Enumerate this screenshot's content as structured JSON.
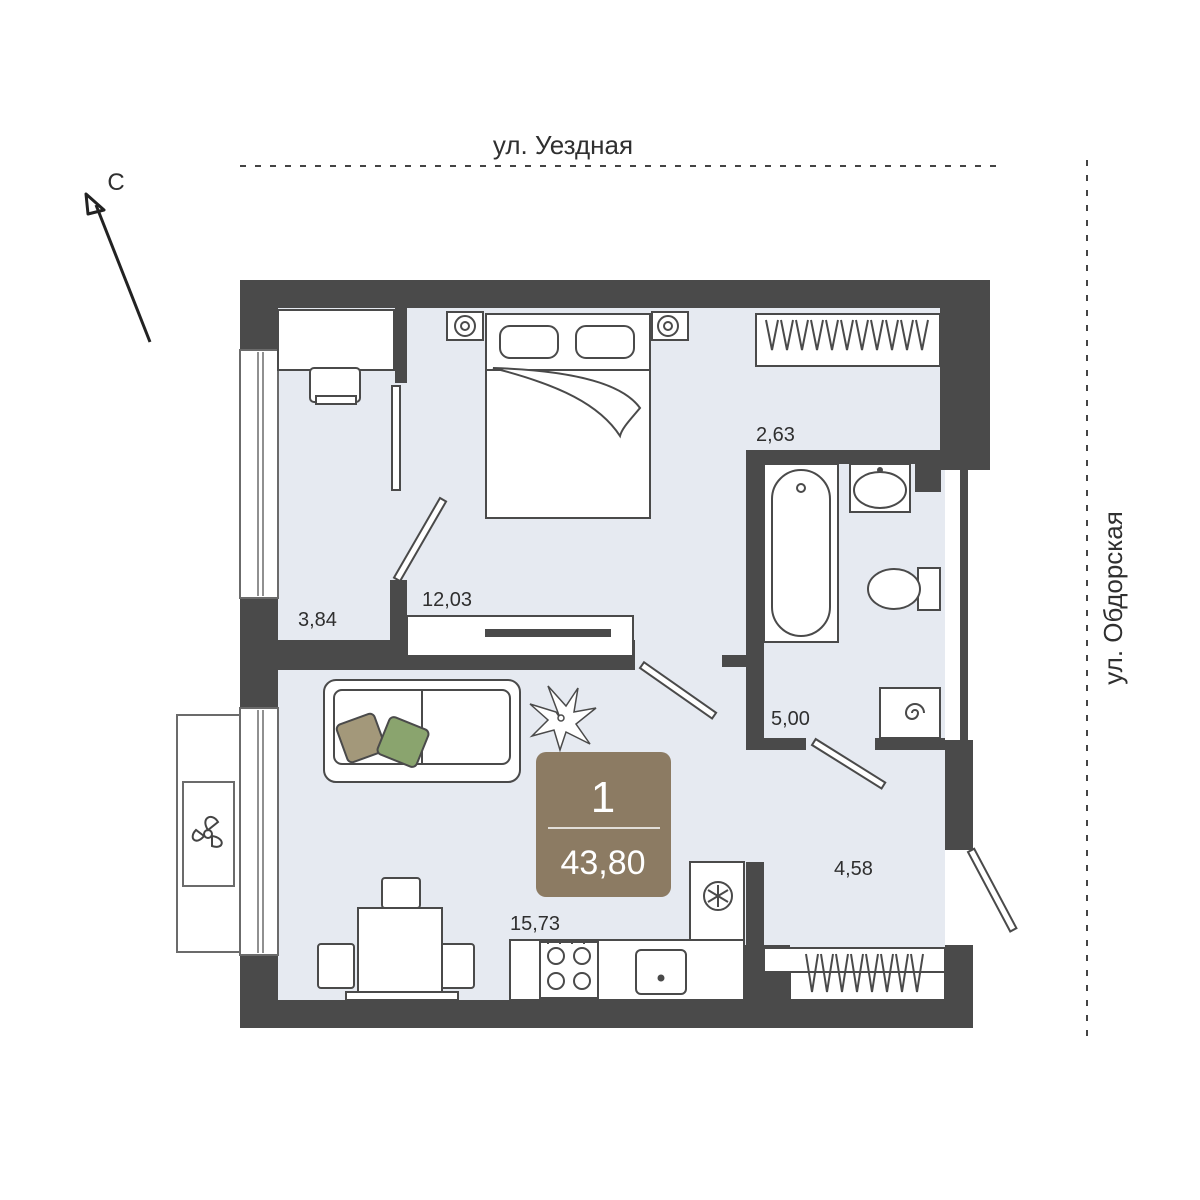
{
  "streets": {
    "top": "ул. Уездная",
    "right": "ул. Обдорская"
  },
  "compass": {
    "label": "С"
  },
  "apartment": {
    "rooms": "1",
    "total_area": "43,80",
    "badge_color": "#8c7b63"
  },
  "room_areas": {
    "wardrobe_niche": "3,84",
    "bedroom": "12,03",
    "storage": "2,63",
    "bathroom": "5,00",
    "living_kitchen": "15,73",
    "hallway": "4,58"
  },
  "colors": {
    "wall": "#4a4a4a",
    "floor": "#e6eaf1",
    "pillow_olive": "#a3987a",
    "pillow_green": "#8aa46e"
  },
  "icons": [
    "north-arrow-icon",
    "fan-icon",
    "snowflake-icon",
    "spiral-icon",
    "plant-icon"
  ]
}
